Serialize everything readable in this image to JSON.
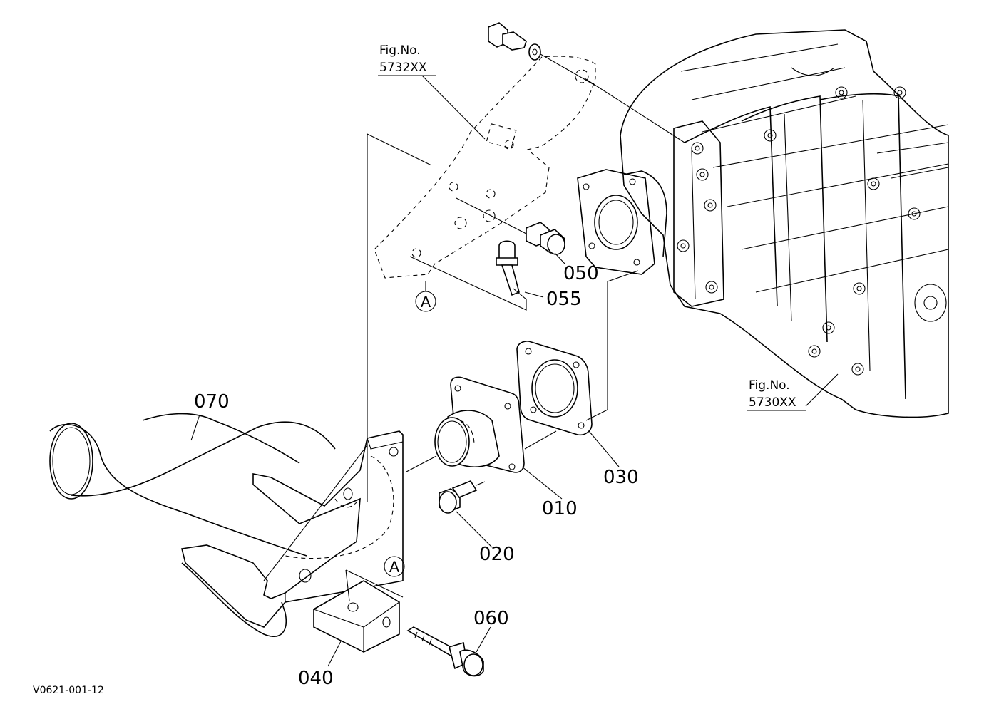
{
  "labels": {
    "part_010": "010",
    "part_020": "020",
    "part_030": "030",
    "part_040": "040",
    "part_050": "050",
    "part_055": "055",
    "part_060": "060",
    "part_070": "070",
    "fig_top_prefix": "Fig.No.",
    "fig_top_code": "5732XX",
    "fig_right_prefix": "Fig.No.",
    "fig_right_code": "5730XX",
    "ref_a_top": "A",
    "ref_a_bottom": "A",
    "drawing_code": "V0621-001-12"
  }
}
